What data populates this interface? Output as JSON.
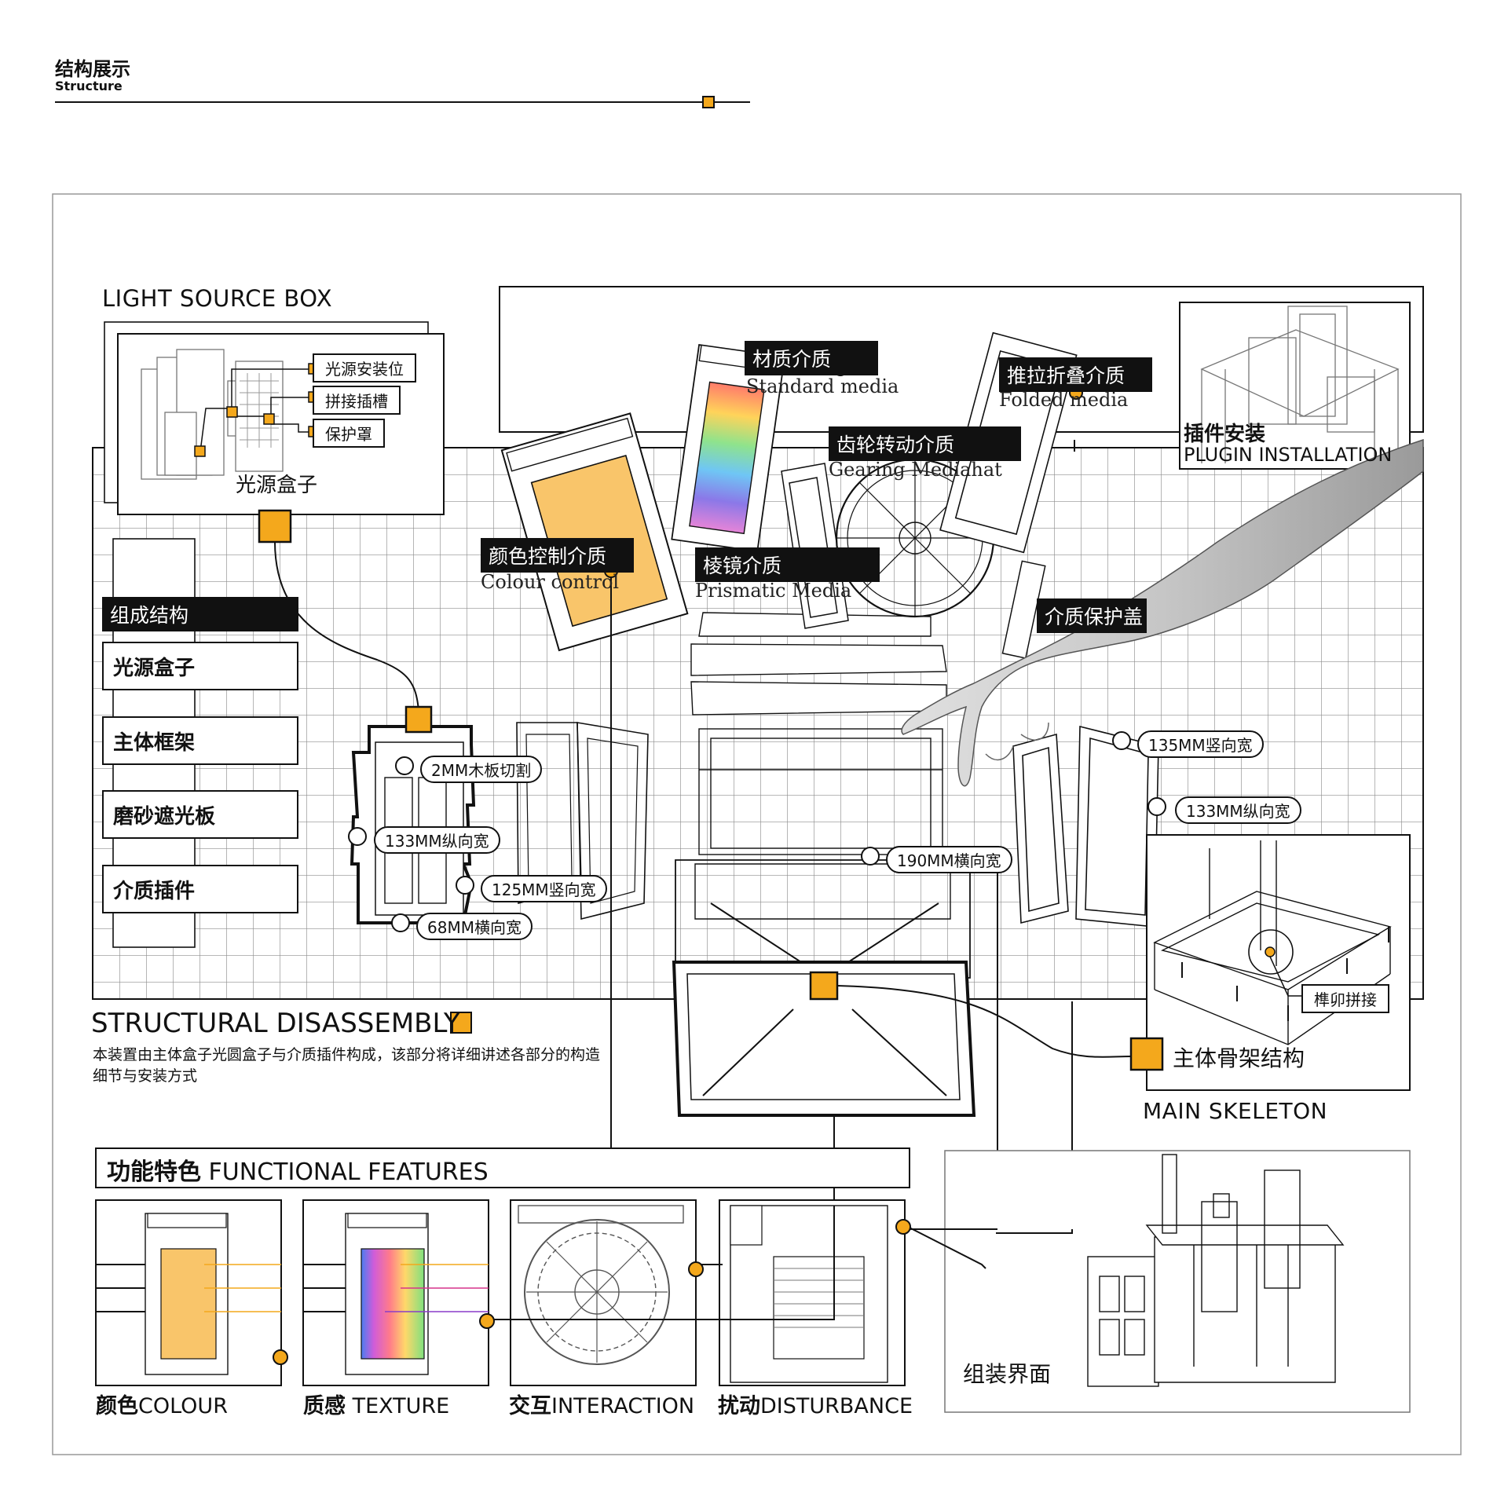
{
  "header": {
    "title_cn": "结构展示",
    "title_en": "Structure"
  },
  "light_source_box": {
    "title": "LIGHT SOURCE BOX",
    "caption": "光源盒子",
    "callouts": [
      "光源安装位",
      "拼接插槽",
      "保护罩"
    ]
  },
  "composition": {
    "title": "组成结构",
    "items": [
      "光源盒子",
      "主体框架",
      "磨砂遮光板",
      "介质插件"
    ]
  },
  "media": {
    "material": {
      "cn": "材质介质",
      "en": "Standard media"
    },
    "folding": {
      "cn": "推拉折叠介质",
      "en": "Folded media"
    },
    "gear": {
      "cn": "齿轮转动介质",
      "en": "Gearing Mediahat"
    },
    "colour": {
      "cn": "颜色控制介质",
      "en": "Colour control"
    },
    "prism": {
      "cn": "棱镜介质",
      "en": "Prismatic Media"
    },
    "protect": {
      "cn": "介质保护盖"
    }
  },
  "plugin": {
    "cn": "插件安装",
    "en": "PLUGIN INSTALLATION"
  },
  "dimensions": {
    "d1": "2MM木板切割",
    "d2": "133MM纵向宽",
    "d3": "125MM竖向宽",
    "d4": "68MM横向宽",
    "d5": "190MM横向宽",
    "d6": "135MM竖向宽",
    "d7": "133MM纵向宽"
  },
  "disassembly": {
    "title": "STRUCTURAL DISASSEMBLY",
    "desc": "本装置由主体盒子光圆盒子与介质插件构成，该部分将详细讲述各部分的构造细节与安装方式"
  },
  "skeleton": {
    "tenon": "榫卯拼接",
    "cn": "主体骨架结构",
    "en": "MAIN SKELETON"
  },
  "features": {
    "heading_cn": "功能特色",
    "heading_en": "FUNCTIONAL FEATURES",
    "items": [
      {
        "cn": "颜色",
        "en": "COLOUR"
      },
      {
        "cn": "质感",
        "en": "TEXTURE"
      },
      {
        "cn": "交互",
        "en": "INTERACTION"
      },
      {
        "cn": "扰动",
        "en": "DISTURBANCE"
      }
    ]
  },
  "assembly": {
    "label": "组装界面"
  },
  "colors": {
    "accent": "#F4A81C",
    "ink": "#111111",
    "grid": "#9a9a9a"
  }
}
